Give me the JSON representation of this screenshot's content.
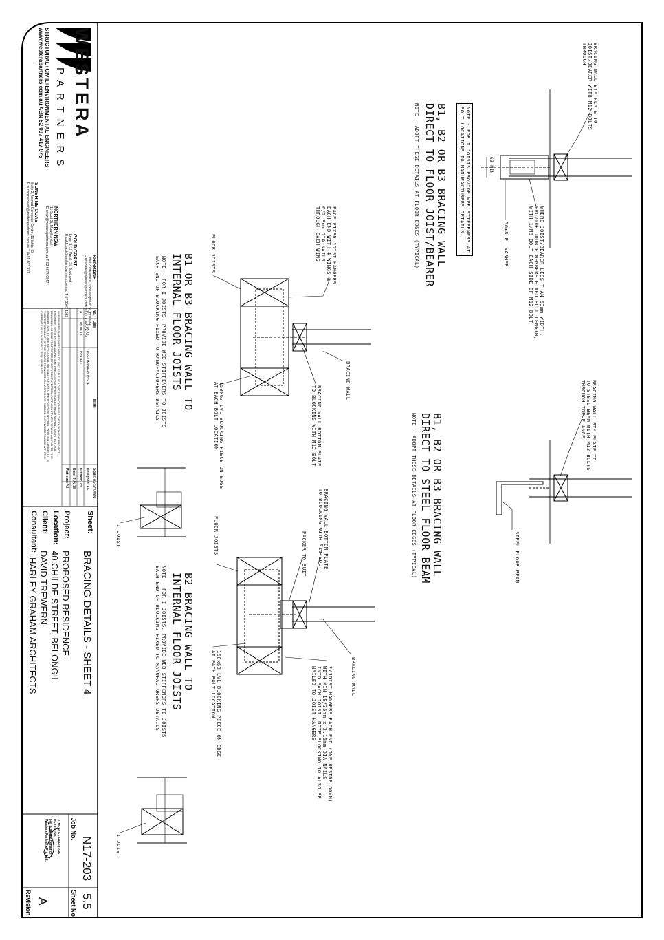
{
  "brand": {
    "name": "WESTERA",
    "sub": "PARTNERS",
    "tagline": "STRUCTURAL+CIVIL+ENVIRONMENTAL ENGINEERS",
    "web": "www.westerapartners.com.au ABN 52 097 417 975"
  },
  "offices": [
    {
      "name": "BRISBANE",
      "lines": [
        "Level 2 Inwardere, 133 Langtread St, Brisbane",
        "E brisbane@westerapartners.com.au  T 07 3852 4339"
      ]
    },
    {
      "name": "GOLD COAST",
      "lines": [
        "Level 3, 17 Welsh St, Southport",
        "E goldcoast@westerapartners.com.au  T 07 5641 1099"
      ]
    },
    {
      "name": "NORTHERN NSW",
      "lines": [
        "11 Scott St, Murwillumbah",
        "E nnsw@westerapartners.com.au  T 02 6674 0847"
      ]
    },
    {
      "name": "SUNSHINE COAST",
      "lines": [
        "Suite 2, Nomad Corporate Centre, 11 Ishtar St",
        "E sunshinecoast@westerapartners.com.au  T 0401 803 337"
      ]
    }
  ],
  "revisions": {
    "headers": [
      "No.",
      "Date",
      "Issue"
    ],
    "rows": [
      [
        "P1",
        "18.05.18",
        "PRELIMINARY ISSUE"
      ],
      [
        "A",
        "05.06.18",
        "ISSUED"
      ]
    ]
  },
  "notes": "USE FIGURED DIMENSIONS ONLY. DO NOT SCALE. IF A DISCREPANCY ARISES CHECK WITH THE PROJECT ENGINEER. WRITTEN DIMENSIONS TAKE PRECEDENCE OVER SCALED. READ WITH ALL ARCHITECTURAL DRAWINGS. AS SOLE PROPRIETOR OF COPYRIGHT, WESTERA PARTNERS PTY LTD RETAINS ALL RIGHTS. THIS DRAWING IS NOT TO BE REPRODUCED OR USED FOR ANY OTHER PURPOSE WITHOUT WRITTEN CONSENT. IT IS THE RESPONSIBILITY OF THE OWNER TO ENSURE ALL WORKS ARE CARRIED OUT IN ACCORDANCE WITH THE CURRENT LOCAL AUTHORITY REQUIREMENTS.",
  "meta": [
    {
      "label": "Scale:",
      "value": "AS SHOWN"
    },
    {
      "label": "Designed:",
      "value": "FG"
    },
    {
      "label": "Drafted:",
      "value": "JH"
    },
    {
      "label": "Date:",
      "value": "JUN 18"
    },
    {
      "label": "Plot size:",
      "value": "A3"
    }
  ],
  "sheet": {
    "label": "Sheet:",
    "title": "BRACING DETAILS - SHEET 4",
    "project_label": "Project:",
    "project": "PROPOSED RESIDENCE",
    "location_label": "Location:",
    "location": "40 CHILDE STREET, BELONGIL",
    "client_label": "Client:",
    "client": "DAVID TREWERN",
    "consultant_label": "Consultant:",
    "consultant": "HARLEY GRAHAM ARCHITECTS",
    "job_label": "Job No.",
    "job": "N17-203",
    "sheet_no_label": "Sheet No.",
    "sheet_no": "5.5",
    "revision_label": "Revision",
    "revision": "A"
  },
  "signature": {
    "text": [
      "J. NEALE - RPEQ 7461",
      "PE 0001507",
      "For & on the behalf of",
      "Westera Partners Pty. Ltd."
    ]
  },
  "details": {
    "d1": {
      "title": [
        "B1, B2 OR B3 BRACING WALL",
        "DIRECT TO FLOOR JOIST/BEARER"
      ],
      "note": "NOTE - ADOPT THESE DETAILS AT FLOOR EDGES (TYPICAL)",
      "box_note": [
        "NOTE - FOR I JOISTS PROVIDE WEB STIFFENERS AT",
        "BOLT LOCATIONS TO MANUFACTURERS DETAILS."
      ],
      "labels": [
        [
          "BRACING WALL BTM PLATE TO",
          "JOIST/BEARER WITH M12 BOLTS",
          "THROUGH"
        ],
        [
          "WHERE JOIST/BEARER LESS THAN 63mm WIDTH,",
          "PROVIDE DOUBLE MEMBERS FIXED FULL LENGTH,",
          "WITH 1/M8 BOLT EACH SIDE OF M12 BOLT"
        ],
        [
          "50x8 PL WASHER"
        ],
        [
          "63 MIN"
        ]
      ]
    },
    "d2": {
      "title": [
        "B1, B2 OR B3 BRACING WALL",
        "DIRECT TO STEEL FLOOR BEAM"
      ],
      "note": "NOTE - ADOPT THESE DETAILS AT FLOOR EDGES (TYPICAL)",
      "labels": [
        [
          "BRACING WALL BTM PLATE TO",
          "TO STEEL BEAM WITH M12 BOLTS",
          "THROUGH TOP FLANGE"
        ],
        [
          "STEEL FLOOR BEAM"
        ]
      ]
    },
    "d3": {
      "title": [
        "B1 OR B3 BRACING WALL TO",
        "INTERNAL FLOOR JOISTS"
      ],
      "note": [
        "NOTE - FOR I JOISTS, PROVIDE WEB STIFFENERS TO JOISTS",
        "EACH END OF BLOCKING FIXED TO MANUFACTURERS DETAILS"
      ],
      "labels": [
        [
          "FACE FIXED JOIST HANGERS",
          "EACH END WITH 4 WINGS &",
          "6/2.8mm DIA NAILS",
          "THROUGH EACH WING"
        ],
        [
          "FLOOR JOISTS"
        ],
        [
          "BRACING WALL"
        ],
        [
          "BRACING WALL BOTTOM PLATE",
          "TO BLOCKING WITH M12 BOLT"
        ],
        [
          "150x63 LVL BLOCKING PIECE ON EDGE",
          "AT EACH BOLT LOCATION"
        ],
        [
          "I JOIST"
        ]
      ]
    },
    "d4": {
      "title": [
        "B2 BRACING WALL TO",
        "INTERNAL FLOOR JOISTS"
      ],
      "note": [
        "NOTE - FOR I JOISTS, PROVIDE WEB STIFFENERS TO JOISTS",
        "EACH END OF BLOCKING FIXED TO MANUFACTURERS DETAILS"
      ],
      "labels": [
        [
          "BRACING WALL BOTTOM PLATE",
          "TO BLOCKING WITH M12 BOLT"
        ],
        [
          "PACKER TO SUIT"
        ],
        [
          "FLOOR JOISTS"
        ],
        [
          "BRACING WALL"
        ],
        [
          "2/JOIST HANGERS EACH END (ONE UPSIDE DOWN)",
          "WITH MIN 18/35mm x 3.15mm DIA NAILS",
          "INTO EACH JOIST. NOTE BLOCKING TO ALSO BE",
          "NAILED TO JOIST HANGERS"
        ],
        [
          "150x63 LVL BLOCKING PIECE ON EDGE",
          "AT EACH BOLT LOCATION"
        ],
        [
          "I JOIST"
        ]
      ]
    }
  }
}
